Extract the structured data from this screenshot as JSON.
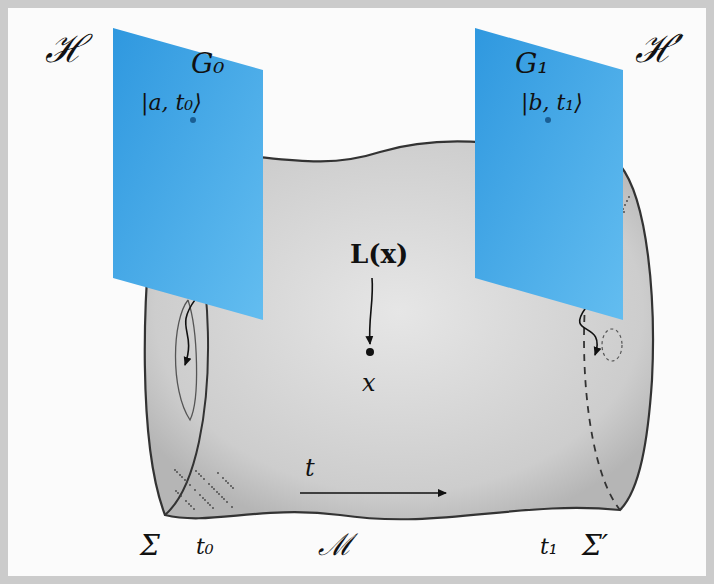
{
  "diagram": {
    "nodes": [
      {
        "text": [
          "ℋ",
          "G₀",
          "|a, t₀⟩"
        ]
      },
      {
        "text": [
          "G₁",
          "ℋ′",
          "|b, t₁⟩"
        ]
      },
      {
        "text": [
          "x",
          "t"
        ]
      }
    ],
    "edges": [
      {
        "from": 0,
        "to": 2,
        "arrow": "to"
      },
      {
        "from": 1,
        "to": 2,
        "arrow": "to"
      }
    ],
    "labels": [
      "L(x)",
      "Σ",
      "t₀",
      "ℳ",
      "t₁",
      "Σ′"
    ]
  }
}
